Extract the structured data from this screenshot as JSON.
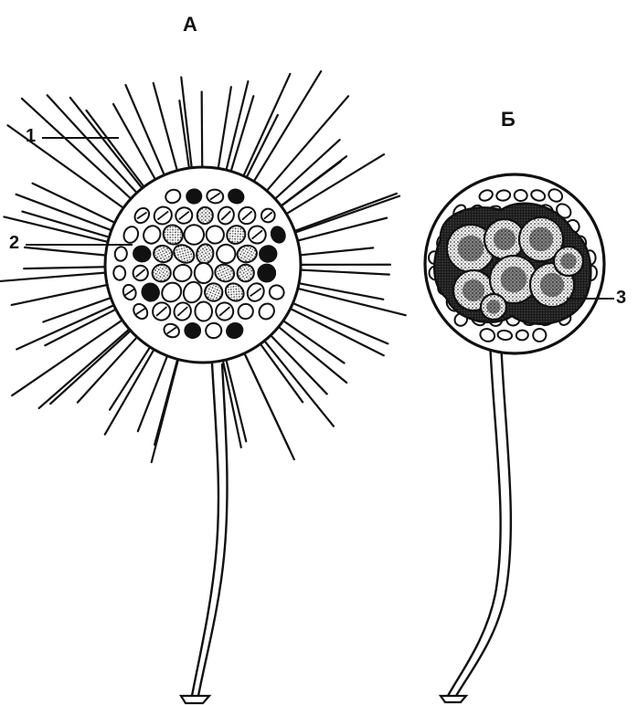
{
  "figure": {
    "panels": [
      {
        "id": "A",
        "label": "А"
      },
      {
        "id": "B",
        "label": "Б"
      }
    ],
    "callouts": [
      {
        "id": "1",
        "label": "1"
      },
      {
        "id": "2",
        "label": "2"
      },
      {
        "id": "3",
        "label": "3"
      }
    ],
    "colors": {
      "ink": "#111111",
      "paper": "#ffffff",
      "stipple": "#444444"
    }
  }
}
